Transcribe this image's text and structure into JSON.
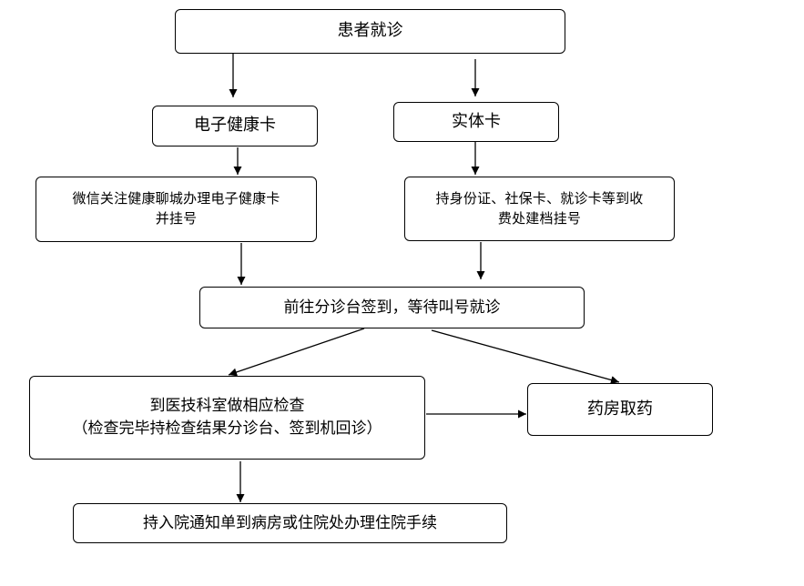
{
  "flowchart": {
    "visit": "患者就诊",
    "e_card": "电子健康卡",
    "physical_card": "实体卡",
    "e_card_step": {
      "line1": "微信关注健康聊城办理电子健康卡",
      "line2": "并挂号"
    },
    "physical_card_step": {
      "line1": "持身份证、社保卡、就诊卡等到收",
      "line2": "费处建档挂号"
    },
    "triage": "前往分诊台签到，等待叫号就诊",
    "exam": {
      "line1": "到医技科室做相应检查",
      "line2": "（检查完毕持检查结果分诊台、签到机回诊）"
    },
    "pharmacy": "药房取药",
    "admission": "持入院通知单到病房或住院处办理住院手续"
  }
}
